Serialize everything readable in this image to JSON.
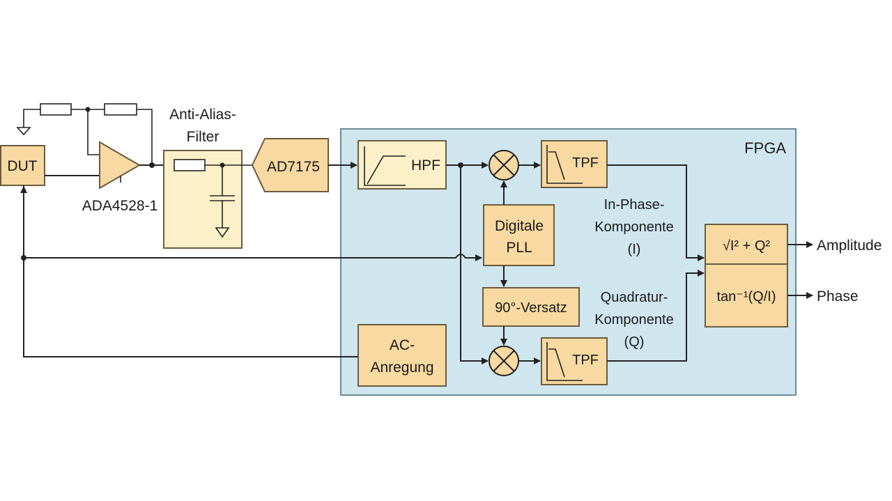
{
  "labels": {
    "dut": "DUT",
    "amp": "ADA4528-1",
    "aaf_line1": "Anti-Alias-",
    "aaf_line2": "Filter",
    "adc": "AD7175",
    "fpga": "FPGA",
    "hpf": "HPF",
    "tpf_top": "TPF",
    "tpf_bottom": "TPF",
    "pll_line1": "Digitale",
    "pll_line2": "PLL",
    "shift": "90°-Versatz",
    "ac_line1": "AC-",
    "ac_line2": "Anregung",
    "inphase_line1": "In-Phase-",
    "inphase_line2": "Komponente",
    "inphase_line3": "(I)",
    "quad_line1": "Quadratur-",
    "quad_line2": "Komponente",
    "quad_line3": "(Q)",
    "formula_amp": "√I² + Q²",
    "formula_phase": "tan⁻¹(Q/I)",
    "out_amplitude": "Amplitude",
    "out_phase": "Phase"
  },
  "colors": {
    "fpga_fill": "#cfe6ee",
    "block_fill": "#f7d9a1",
    "filter_fill": "#fbf0c8",
    "line": "#222222"
  }
}
